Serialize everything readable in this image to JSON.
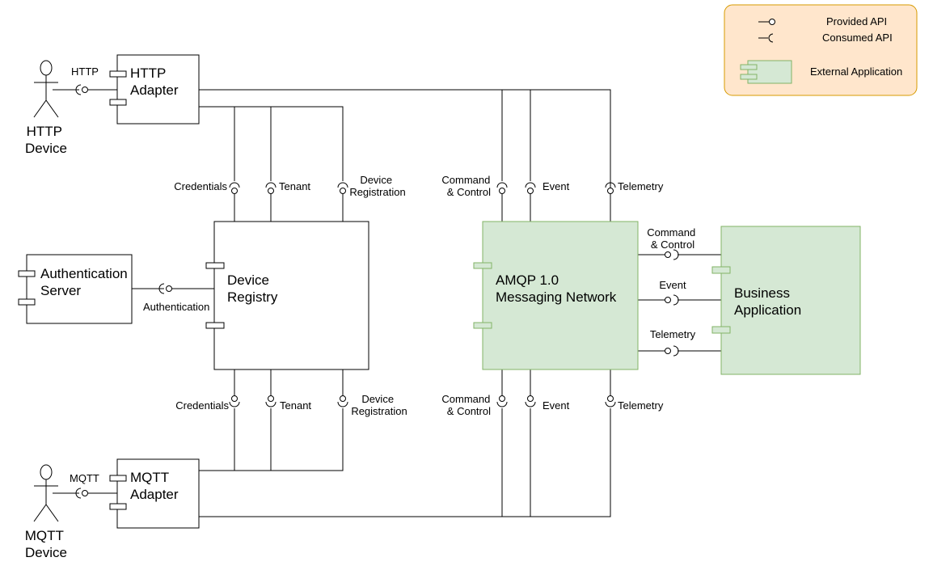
{
  "legend": {
    "provided_label": "Provided API",
    "consumed_label": "Consumed API",
    "external_label": "External Application",
    "fill_color": "#ffe6cc",
    "border_color": "#d79b00"
  },
  "colors": {
    "external_fill": "#d5e8d4",
    "external_border": "#82b366"
  },
  "actors": {
    "http_device": [
      "HTTP",
      "Device"
    ],
    "mqtt_device": [
      "MQTT",
      "Device"
    ]
  },
  "protocols": {
    "http": "HTTP",
    "mqtt": "MQTT"
  },
  "components": {
    "http_adapter": [
      "HTTP",
      "Adapter"
    ],
    "mqtt_adapter": [
      "MQTT",
      "Adapter"
    ],
    "auth_server": [
      "Authentication",
      "Server"
    ],
    "device_registry": [
      "Device",
      "Registry"
    ],
    "amqp_network": [
      "AMQP 1.0",
      "Messaging Network"
    ],
    "business_app": [
      "Business",
      "Application"
    ]
  },
  "interfaces": {
    "authentication": "Authentication",
    "credentials": "Credentials",
    "tenant": "Tenant",
    "device_registration": [
      "Device",
      "Registration"
    ],
    "command_control": [
      "Command",
      "& Control"
    ],
    "event": "Event",
    "telemetry": "Telemetry"
  }
}
